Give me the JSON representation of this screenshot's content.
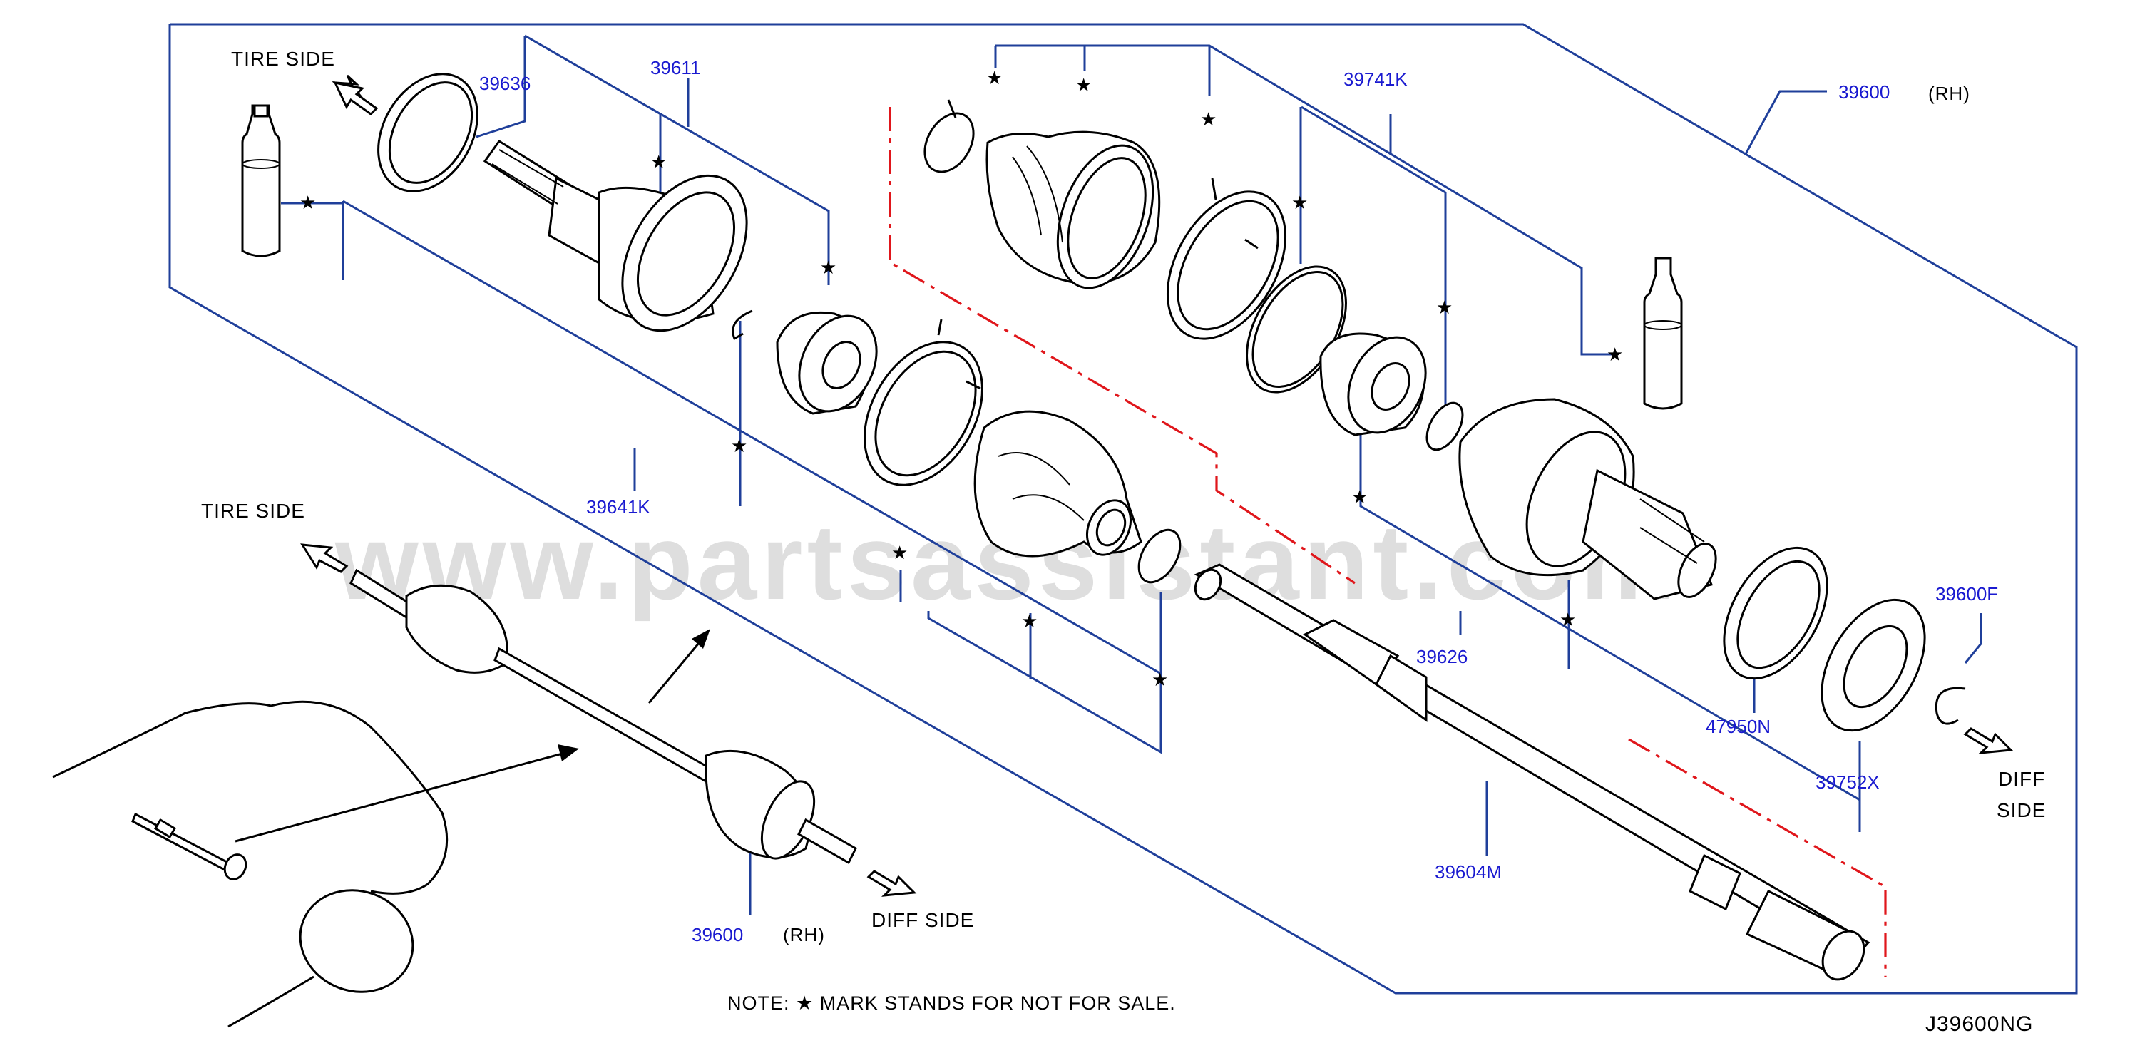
{
  "labels": {
    "p39636": "39636",
    "p39611": "39611",
    "p39741k": "39741K",
    "p39600_top": "39600",
    "rh_top": "(RH)",
    "p39641k": "39641K",
    "p39626": "39626",
    "p39600f": "39600F",
    "p47950n": "47950N",
    "p39752x": "39752X",
    "p39604m": "39604M",
    "p39600_bottom": "39600",
    "rh_bottom": "(RH)"
  },
  "side_labels": {
    "tire_side_top": "TIRE  SIDE",
    "tire_side_left": "TIRE  SIDE",
    "diff_side_bottom": "DIFF  SIDE",
    "diff_side_right_1": "DIFF",
    "diff_side_right_2": "SIDE"
  },
  "star_mark": "★",
  "note": "NOTE:  ★ MARK  STANDS  FOR  NOT  FOR  SALE.",
  "diagram_code": "J39600NG",
  "watermark": "www.partsassistant.com"
}
